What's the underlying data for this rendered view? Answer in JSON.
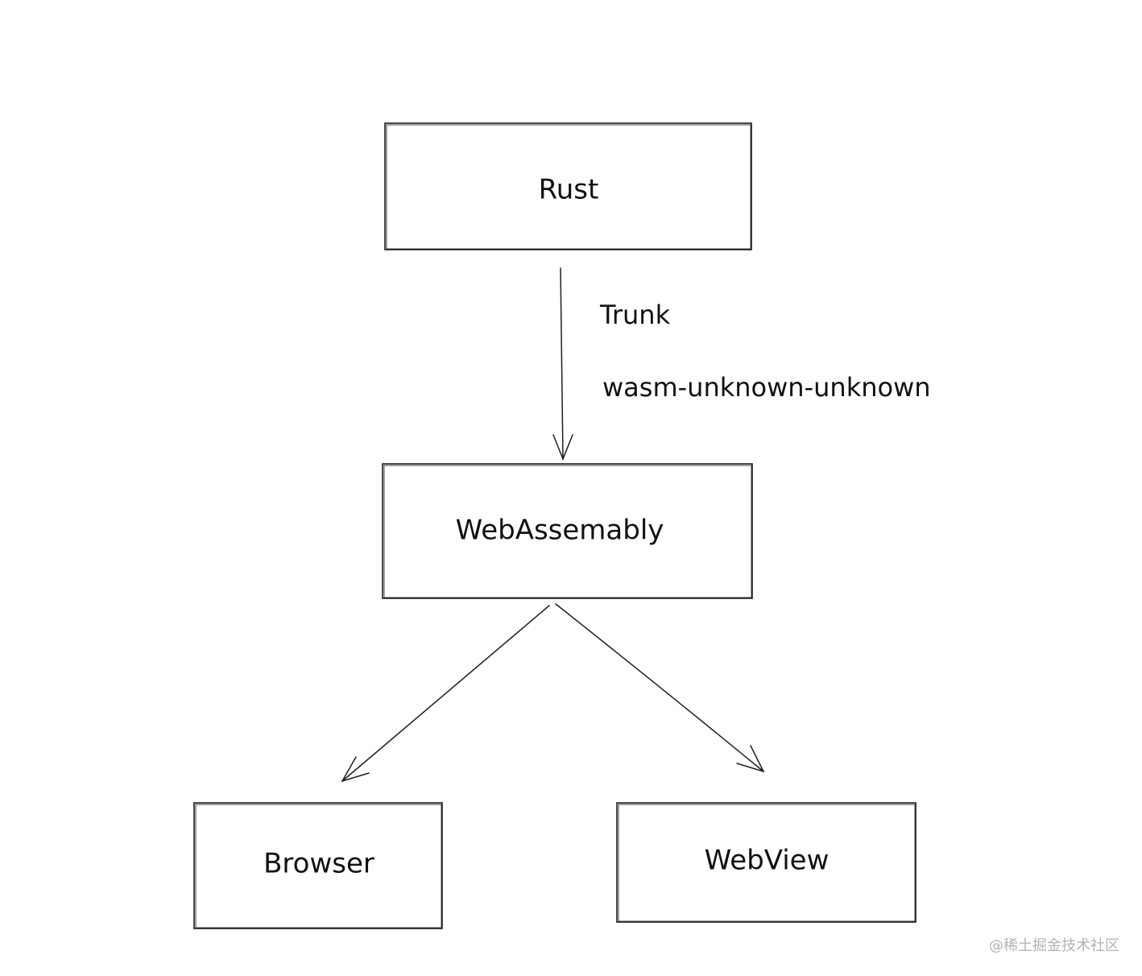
{
  "nodes": {
    "rust": "Rust",
    "webassembly": "WebAssemably",
    "browser": "Browser",
    "webview": "WebView"
  },
  "edges": {
    "rust_to_wasm": {
      "label_tool": "Trunk",
      "label_target": "wasm-unknown-unknown"
    }
  },
  "watermark": "@稀土掘金技术社区",
  "colors": {
    "stroke": "#1e1e1e",
    "text": "#111111",
    "watermark": "#b3b3b3",
    "background": "#ffffff"
  }
}
